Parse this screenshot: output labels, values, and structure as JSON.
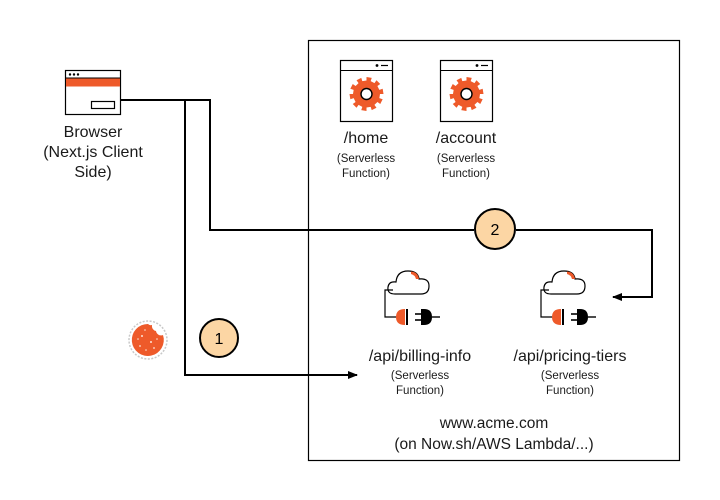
{
  "colors": {
    "accent": "#ee5a2a",
    "badge_fill": "#fcd6a4",
    "stroke": "#000000",
    "background": "#ffffff"
  },
  "client": {
    "icon": "browser-window-icon",
    "title": "Browser",
    "subtitle_line1": "(Next.js Client",
    "subtitle_line2": "Side)"
  },
  "pages": [
    {
      "icon": "server-gear-icon",
      "route": "/home",
      "kind_line1": "(Serverless",
      "kind_line2": "Function)"
    },
    {
      "icon": "server-gear-icon",
      "route": "/account",
      "kind_line1": "(Serverless",
      "kind_line2": "Function)"
    }
  ],
  "apis": [
    {
      "icon": "cloud-plug-icon",
      "route": "/api/billing-info",
      "kind_line1": "(Serverless",
      "kind_line2": "Function)"
    },
    {
      "icon": "cloud-plug-icon",
      "route": "/api/pricing-tiers",
      "kind_line1": "(Serverless",
      "kind_line2": "Function)"
    }
  ],
  "steps": [
    {
      "number": "1",
      "label_target": "/api/billing-info"
    },
    {
      "number": "2",
      "label_target": "/api/pricing-tiers"
    }
  ],
  "cookie": {
    "icon": "cookie-icon"
  },
  "host": {
    "domain": "www.acme.com",
    "platform": "(on Now.sh/AWS Lambda/...)"
  }
}
